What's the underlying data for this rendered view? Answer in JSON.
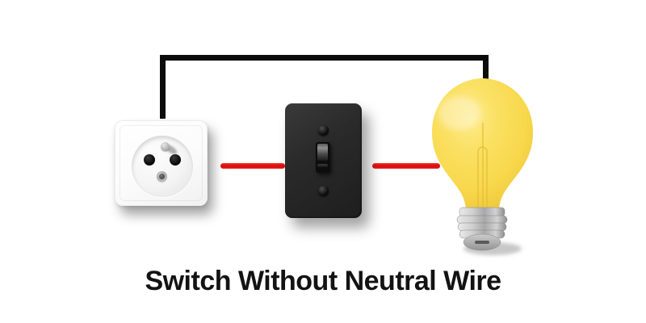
{
  "diagram": {
    "title": "Switch Without Neutral Wire",
    "background_color": "#ffffff",
    "components": {
      "outlet": {
        "icon": "wall-socket-icon",
        "plate_color": "#ffffff"
      },
      "switch": {
        "icon": "toggle-light-switch-icon",
        "plate_color": "#262626",
        "toggle_state": "off"
      },
      "bulb": {
        "icon": "incandescent-bulb-icon",
        "glass_color": "#f8d74b",
        "base_color": "#bfbfbf"
      }
    },
    "wires": {
      "top_wire_color": "#0c0c0c",
      "link_wire_color": "#e51111",
      "links": [
        {
          "from": "outlet",
          "to": "switch"
        },
        {
          "from": "switch",
          "to": "bulb"
        }
      ]
    }
  }
}
